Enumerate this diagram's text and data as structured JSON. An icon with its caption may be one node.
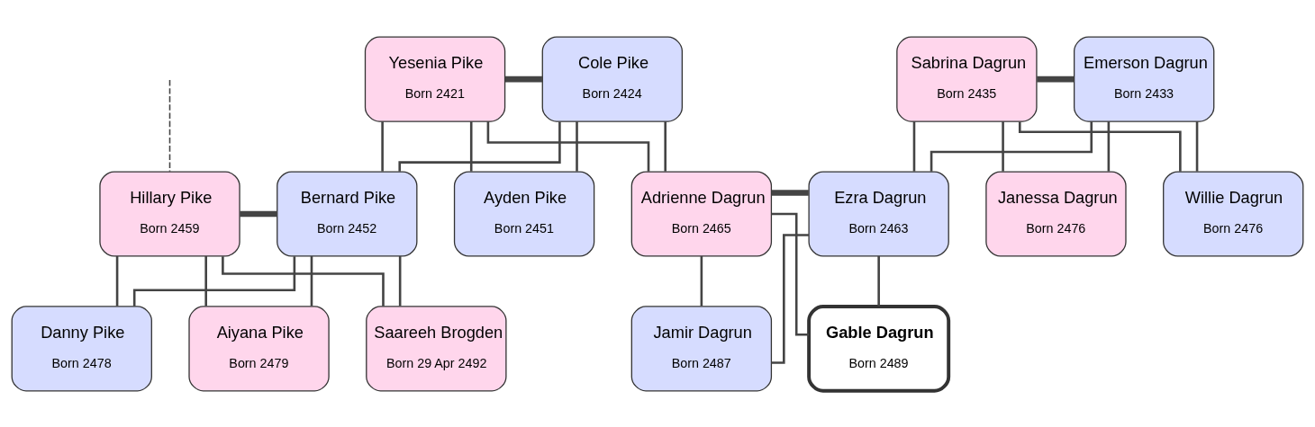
{
  "diagram": {
    "nodes": [
      {
        "text": [
          "Yesenia Pike",
          "Born 2421"
        ]
      },
      {
        "text": [
          "Cole Pike",
          "Born 2424"
        ]
      },
      {
        "text": [
          "Sabrina Dagrun",
          "Born 2435"
        ]
      },
      {
        "text": [
          "Emerson Dagrun",
          "Born 2433"
        ]
      },
      {
        "text": [
          "Ayden Pike",
          "Born 2451"
        ]
      },
      {
        "text": [
          "Hillary Pike",
          "Born 2459"
        ]
      },
      {
        "text": [
          "Bernard Pike",
          "Born 2452"
        ]
      },
      {
        "text": [
          "Adrienne Dagrun",
          "Born 2465"
        ]
      },
      {
        "text": [
          "Ezra Dagrun",
          "Born 2463"
        ]
      },
      {
        "text": [
          "Janessa Dagrun",
          "Born 2476"
        ]
      },
      {
        "text": [
          "Willie Dagrun",
          "Born 2476"
        ]
      },
      {
        "text": [
          "Danny Pike",
          "Born 2478"
        ]
      },
      {
        "text": [
          "Aiyana Pike",
          "Born 2479"
        ]
      },
      {
        "text": [
          "Saareeh Brogden",
          "Born 29 Apr 2492"
        ]
      },
      {
        "text": [
          "Jamir Dagrun",
          "Born 2487"
        ]
      },
      {
        "text": [
          "Gable Dagrun",
          "Born 2489"
        ]
      }
    ],
    "edges": [
      {
        "from": 0,
        "to": 1,
        "arrow": "none",
        "style": "thick"
      },
      {
        "from": 2,
        "to": 3,
        "arrow": "none",
        "style": "thick"
      },
      {
        "from": null,
        "to": 5,
        "arrow": "none",
        "style": "dashed"
      },
      {
        "from": 0,
        "to": 6,
        "arrow": "none"
      },
      {
        "from": 1,
        "to": 6,
        "arrow": "none"
      },
      {
        "from": 0,
        "to": 4,
        "arrow": "none"
      },
      {
        "from": 1,
        "to": 4,
        "arrow": "none"
      },
      {
        "from": 0,
        "to": 7,
        "arrow": "none"
      },
      {
        "from": 1,
        "to": 7,
        "arrow": "none"
      },
      {
        "from": 2,
        "to": 8,
        "arrow": "none"
      },
      {
        "from": 3,
        "to": 8,
        "arrow": "none"
      },
      {
        "from": 2,
        "to": 9,
        "arrow": "none"
      },
      {
        "from": 3,
        "to": 9,
        "arrow": "none"
      },
      {
        "from": 2,
        "to": 10,
        "arrow": "none"
      },
      {
        "from": 3,
        "to": 10,
        "arrow": "none"
      },
      {
        "from": 5,
        "to": 6,
        "arrow": "none",
        "style": "thick"
      },
      {
        "from": 7,
        "to": 8,
        "arrow": "none",
        "style": "thick"
      },
      {
        "from": 5,
        "to": 11,
        "arrow": "none"
      },
      {
        "from": 6,
        "to": 11,
        "arrow": "none"
      },
      {
        "from": 5,
        "to": 12,
        "arrow": "none"
      },
      {
        "from": 6,
        "to": 12,
        "arrow": "none"
      },
      {
        "from": 5,
        "to": 13,
        "arrow": "none"
      },
      {
        "from": 6,
        "to": 13,
        "arrow": "none"
      },
      {
        "from": 7,
        "to": 14,
        "arrow": "none"
      },
      {
        "from": 8,
        "to": 14,
        "arrow": "none"
      },
      {
        "from": 7,
        "to": 15,
        "arrow": "none"
      },
      {
        "from": 8,
        "to": 15,
        "arrow": "none"
      }
    ]
  }
}
